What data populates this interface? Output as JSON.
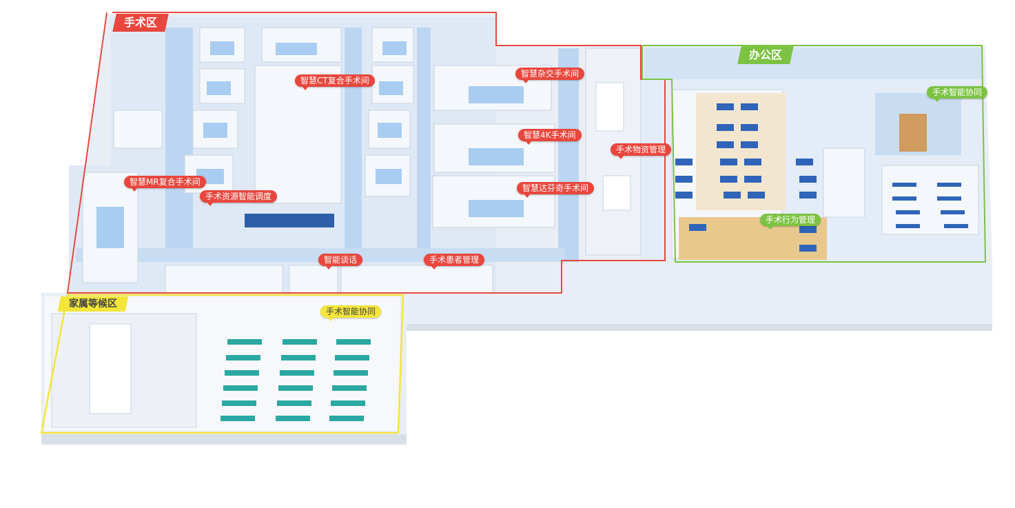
{
  "zones": {
    "surgery": {
      "name": "手术区",
      "color": "#e8473d"
    },
    "office": {
      "name": "办公区",
      "color": "#7cc243"
    },
    "family": {
      "name": "家属等候区",
      "color": "#f3e53a"
    }
  },
  "labels": {
    "ct_or": "智慧CT复合手术间",
    "hybrid_or": "智慧杂交手术间",
    "or_4k": "智慧4K手术间",
    "davinci_or": "智慧达芬奇手术间",
    "mr_or": "智慧MR复合手术间",
    "resource_dispatch": "手术资源智能调度",
    "material_mgmt": "手术物资管理",
    "talk": "智能谈话",
    "patient_mgmt": "手术患者管理",
    "behavior_mgmt": "手术行为管理",
    "collab_office": "手术智能协同",
    "collab_family": "手术智能协同"
  }
}
